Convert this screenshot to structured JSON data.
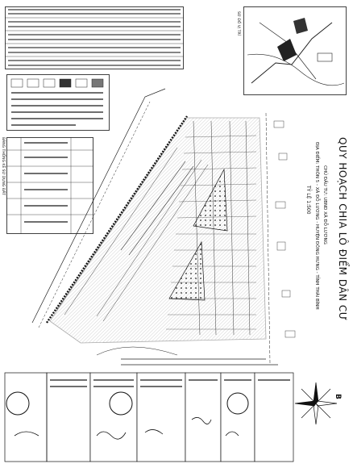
{
  "title": "QUY HOẠCH CHIA LÔ ĐIỂM DÂN CƯ",
  "investor": "CHỦ ĐẦU TƯ: UBND XÃ ĐỖ LƯƠNG",
  "location": "ĐỊA ĐIỂM: THÔN 5 - XÃ ĐỖ LƯƠNG - HUYỆN ĐÔNG HƯNG - TỈNH THÁI BÌNH",
  "scale": "TỶ LỆ 1:500",
  "inset_map_label": "SƠ ĐỒ VỊ TRÍ",
  "legend_title": "BẢNG THỐNG KÊ SỬ DỤNG ĐẤT",
  "north_label": "B",
  "colors": {
    "ink": "#111111",
    "paper": "#ffffff",
    "hatch": "#444444"
  }
}
